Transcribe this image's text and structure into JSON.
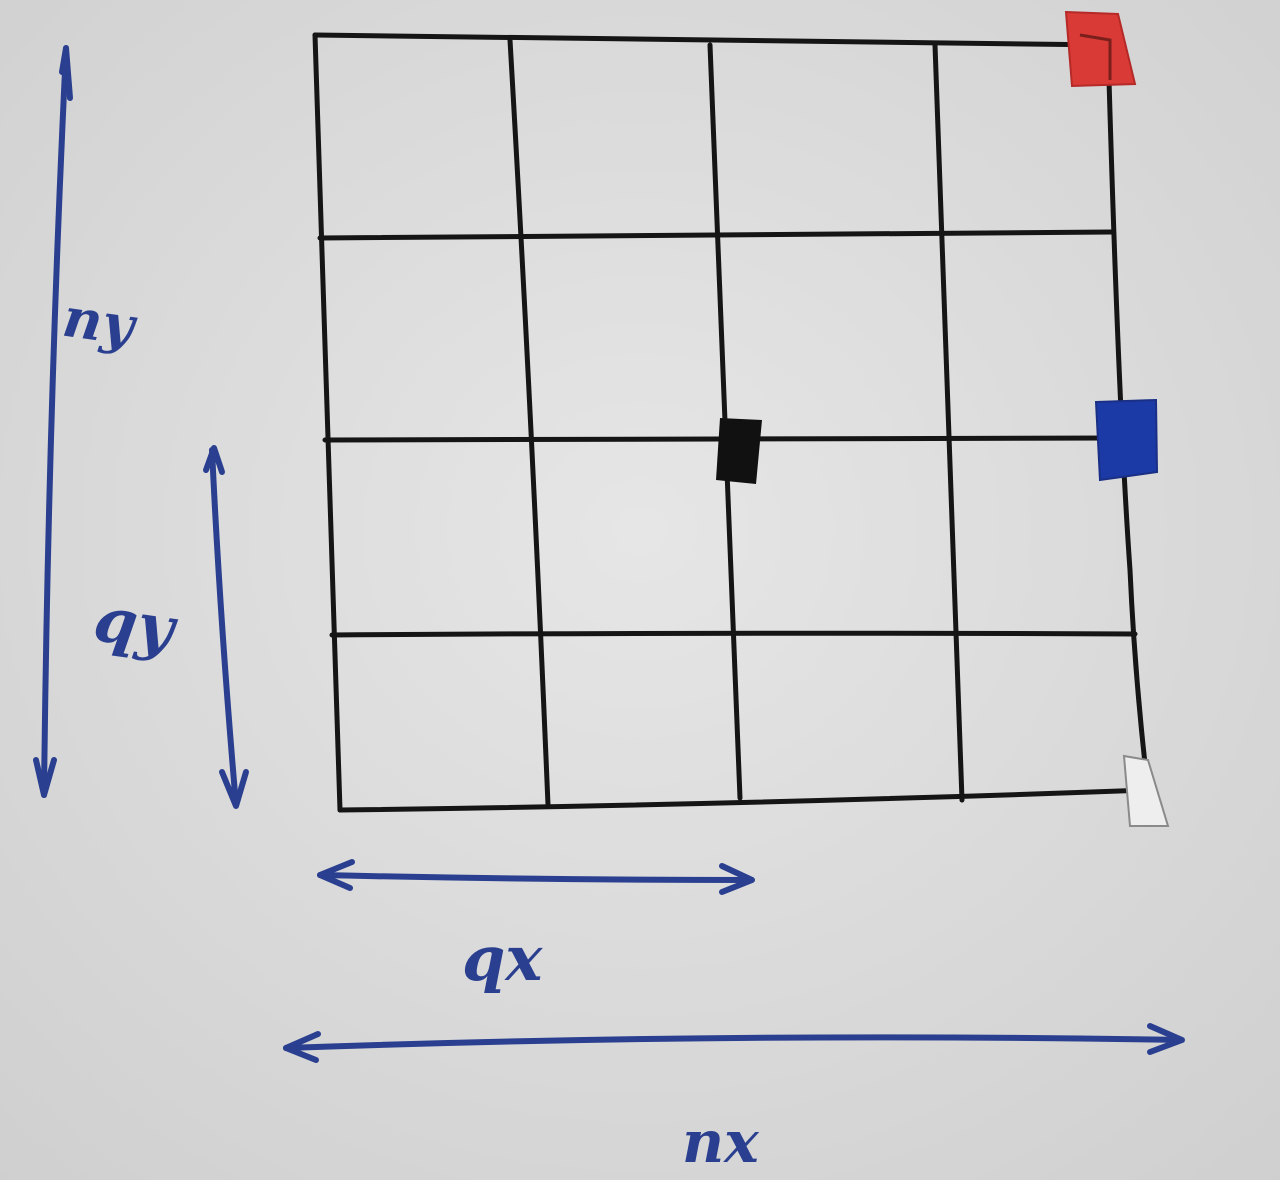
{
  "labels": {
    "ny": "ny",
    "qy": "qy",
    "qx": "qx",
    "nx": "nx"
  },
  "grid": {
    "columns": 4,
    "rows": 4
  },
  "markers": [
    {
      "name": "red-marker",
      "color": "#d93a35",
      "col": 4,
      "row": 0
    },
    {
      "name": "blue-marker",
      "color": "#1c3aa6",
      "col": 4,
      "row": 2
    },
    {
      "name": "black-marker",
      "color": "#111111",
      "col": 2,
      "row": 2
    },
    {
      "name": "white-marker",
      "color": "#f2f2f2",
      "col": 4,
      "row": 4
    }
  ],
  "colors": {
    "paper": "#dedede",
    "grid_line": "#151515",
    "arrow": "#2a3f8f"
  }
}
